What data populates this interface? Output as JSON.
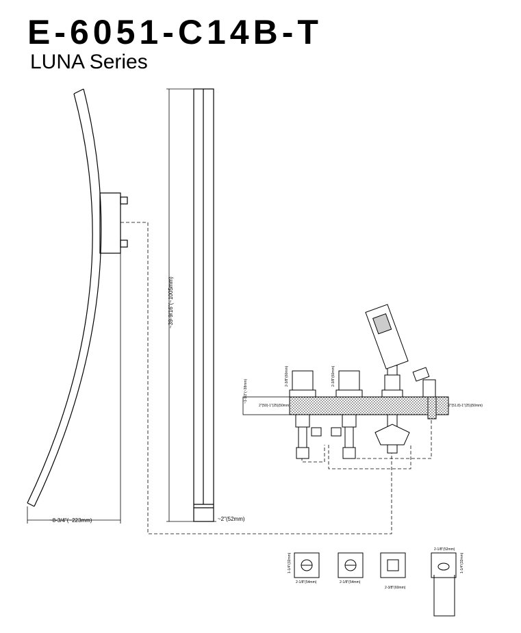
{
  "header": {
    "model": "E-6051-C14B-T",
    "series": "LUNA Series"
  },
  "dimensions": {
    "height": "~39-9/16\"(~1005mm)",
    "projection": "~8-3/4\"(~223mm)",
    "width": "~2\"(52mm)",
    "handle_a_width": "2-1/8\"(54mm)",
    "handle_b_width": "2-1/8\"(54mm)",
    "diverter_width": "2-3/8\"(60mm)",
    "spout_width": "2-1/8\"(52mm)",
    "handle_a_height": "1-1/4\"(32mm)",
    "spout_height": "1-1/4\"(32mm)",
    "deck_thickness": "2\"(50)-1\"(25)(50mm)",
    "deck_right": "2\"(51.8)-1\"(25)(50mm)",
    "deck_left_height": "~1-1/2\"(~38mm)",
    "riser_height": "2-3/8\"(60mm)",
    "valve_height": "2-3/8\"(60mm)"
  },
  "colors": {
    "line": "#000000",
    "hatch": "#555555",
    "background": "#ffffff"
  }
}
